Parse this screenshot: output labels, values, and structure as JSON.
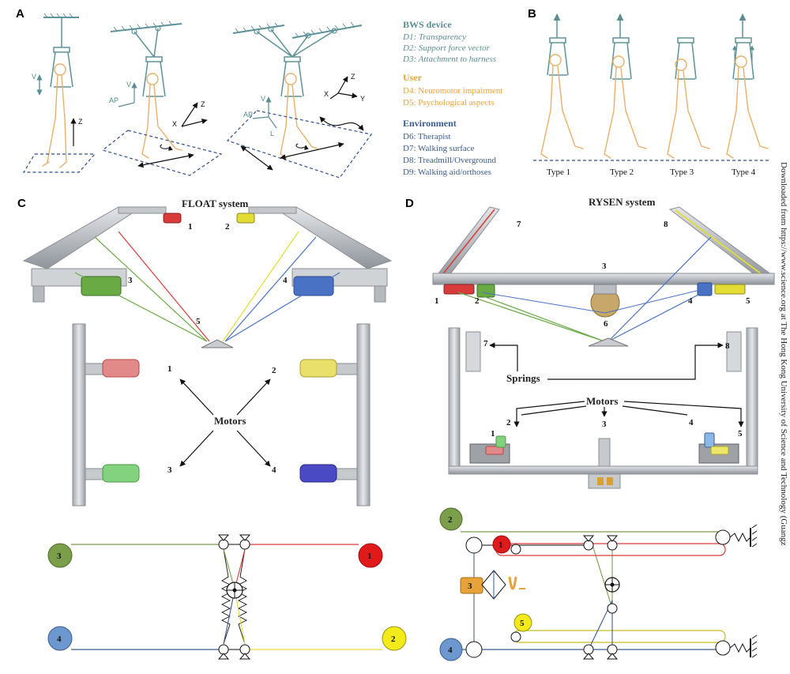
{
  "panelA": {
    "letter": "A",
    "axes": {
      "fig1": [
        "V",
        "Z"
      ],
      "fig2": [
        "V",
        "AP",
        "Z",
        "X"
      ],
      "fig3": [
        "V",
        "AP",
        "L",
        "Z",
        "X",
        "Y"
      ]
    }
  },
  "legend": {
    "device_title": "BWS device",
    "device_items": [
      "D1: Transparency",
      "D2: Support force vector",
      "D3: Attachment to harness"
    ],
    "user_title": "User",
    "user_items": [
      "D4: Neuromotor impairment",
      "D5: Psychological aspects"
    ],
    "env_title": "Environment",
    "env_items": [
      "D6: Therapist",
      "D7: Walking surface",
      "D8: Treadmill/Overground",
      "D9: Walking aid/orthoses"
    ],
    "colors": {
      "device": "#5b8d92",
      "user": "#e8a23a",
      "environment": "#3a5c8f"
    }
  },
  "panelB": {
    "letter": "B",
    "types": [
      "Type 1",
      "Type 2",
      "Type 3",
      "Type 4"
    ]
  },
  "panelC": {
    "letter": "C",
    "title": "FLOAT system",
    "top_numbers": [
      "1",
      "2",
      "3",
      "4",
      "5"
    ],
    "motors_label": "Motors",
    "motor_numbers": [
      "1",
      "2",
      "3",
      "4"
    ],
    "schematic_nodes": [
      "3",
      "1",
      "4",
      "2"
    ],
    "colors": {
      "motor1": "#d93a3a",
      "motor2": "#e3dc34",
      "motor3": "#6aaa45",
      "motor4": "#4a72c4"
    }
  },
  "panelD": {
    "letter": "D",
    "title": "RYSEN system",
    "top_numbers": [
      "7",
      "8",
      "3",
      "1",
      "2",
      "4",
      "5",
      "6"
    ],
    "springs_label": "Springs",
    "spring_numbers": [
      "7",
      "8"
    ],
    "motors_label": "Motors",
    "motor_numbers": [
      "2",
      "3",
      "4",
      "1",
      "5"
    ],
    "schematic_nodes": [
      "2",
      "1",
      "3",
      "5",
      "4"
    ]
  },
  "side_text": "Downloaded from https://www.science.org at The Hong Kong University of Science and Technology (Guangz"
}
